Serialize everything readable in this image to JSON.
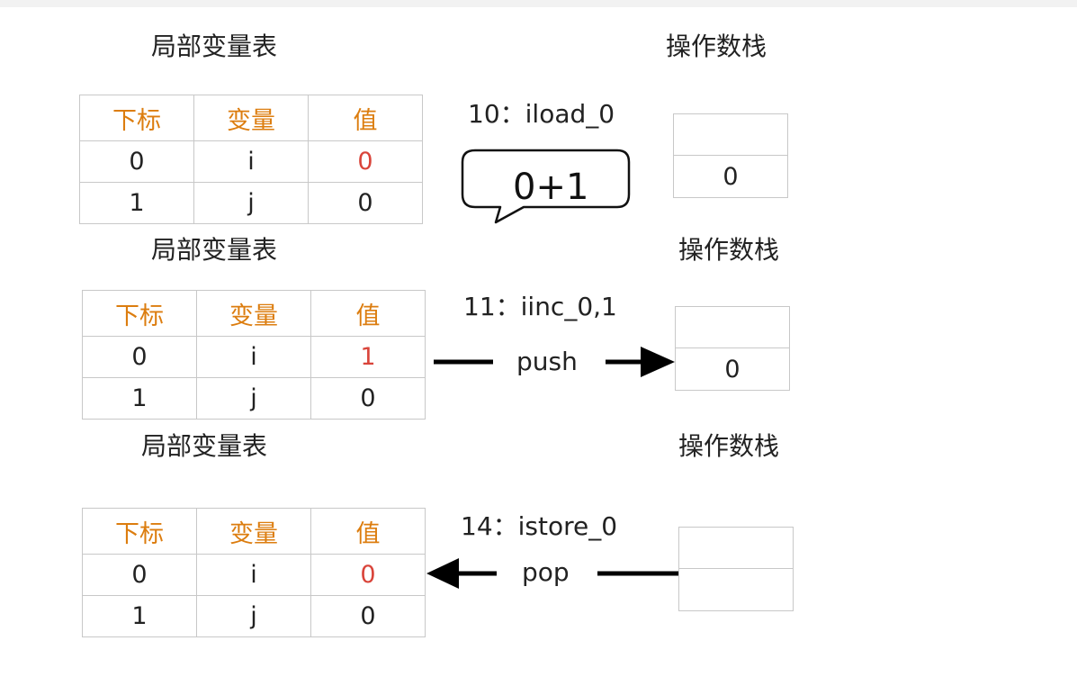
{
  "headers": {
    "locals_title": "局部变量表",
    "stack_title": "操作数栈"
  },
  "columns": [
    "下标",
    "变量",
    "值"
  ],
  "panels": [
    {
      "rows": [
        [
          "0",
          "i",
          "0"
        ],
        [
          "1",
          "j",
          "0"
        ]
      ],
      "instruction": "10：iload_0",
      "bubble": "0+1",
      "stack": [
        "",
        "0"
      ]
    },
    {
      "rows": [
        [
          "0",
          "i",
          "1"
        ],
        [
          "1",
          "j",
          "0"
        ]
      ],
      "instruction": "11：iinc_0,1",
      "action": "push",
      "stack": [
        "",
        "0"
      ]
    },
    {
      "rows": [
        [
          "0",
          "i",
          "0"
        ],
        [
          "1",
          "j",
          "0"
        ]
      ],
      "instruction": "14：istore_0",
      "action": "pop",
      "stack": [
        "",
        ""
      ]
    }
  ],
  "colors": {
    "header_text": "#dc7d0f",
    "highlight_value": "#d9443a",
    "border": "#c8c8c8"
  }
}
